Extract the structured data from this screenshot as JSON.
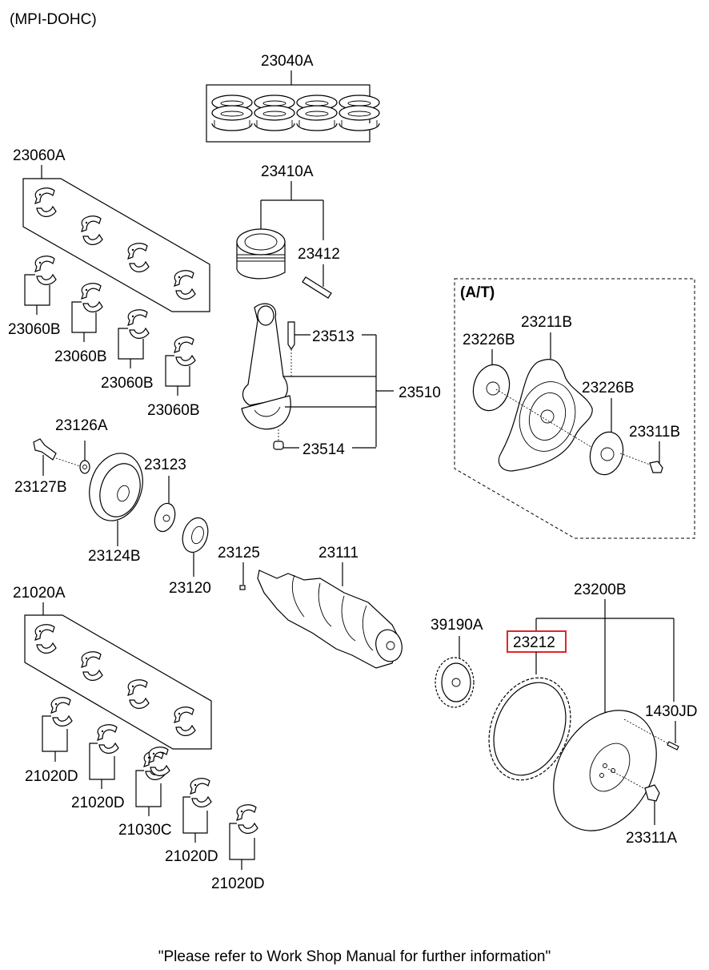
{
  "header": {
    "engine_type": "(MPI-DOHC)"
  },
  "footer": {
    "note": "\"Please refer to Work Shop Manual for further information\""
  },
  "at_group": {
    "label": "(A/T)"
  },
  "highlight_color": "#e0262b",
  "parts": {
    "piston_ring_set": "23040A",
    "piston_assy": "23410A",
    "piston_pin": "23412",
    "conrod_bolt": "23513",
    "conrod_assy": "23510",
    "conrod_nut": "23514",
    "upper_bearing_set": "23060A",
    "upper_bearing_1": "23060B",
    "upper_bearing_2": "23060B",
    "upper_bearing_3": "23060B",
    "upper_bearing_4": "23060B",
    "pulley_washer": "23126A",
    "pulley_bolt": "23127B",
    "damper_pulley": "23124B",
    "flange": "23123",
    "sprocket": "23120",
    "key": "23125",
    "crankshaft": "23111",
    "main_bearing_set": "21020A",
    "main_bearing_1": "21020D",
    "main_bearing_2": "21020D",
    "thrust_bearing": "21030C",
    "main_bearing_4": "21020D",
    "main_bearing_5": "21020D",
    "drive_plate_shim_1": "23226B",
    "drive_plate": "23211B",
    "drive_plate_shim_2": "23226B",
    "drive_plate_bolt": "23311B",
    "oil_pump_sprocket": "39190A",
    "ring_gear": "23212",
    "flywheel_assy": "23200B",
    "dowel_pin": "1430JD",
    "flywheel_bolt": "23311A"
  }
}
